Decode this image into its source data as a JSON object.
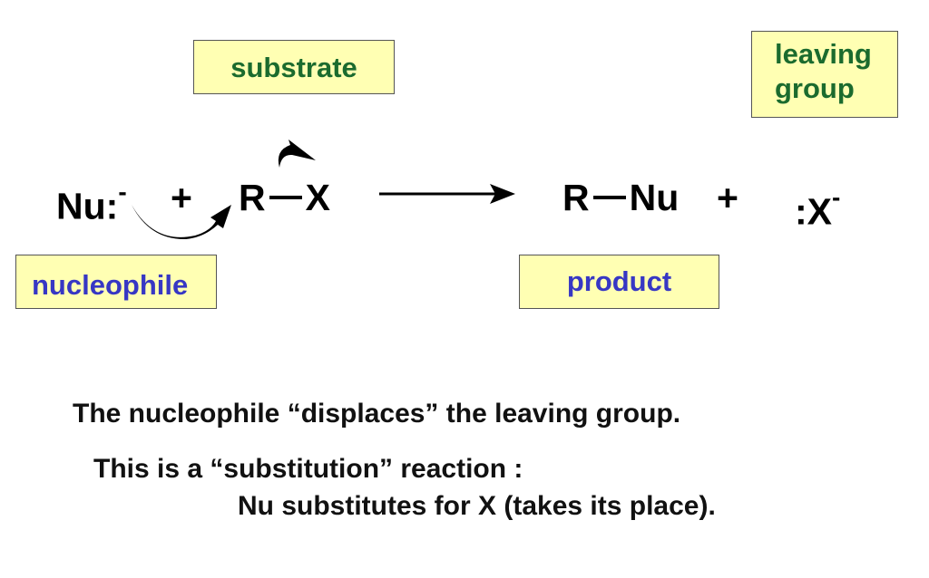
{
  "labels": {
    "substrate": "substrate",
    "leaving_group_1": "leaving",
    "leaving_group_2": "group",
    "nucleophile": "nucleophile",
    "product": "product"
  },
  "reaction": {
    "nu": "Nu:",
    "charge": "-",
    "plus": "+",
    "r": "R",
    "x": "X",
    "nu2": "Nu",
    "x_ion": ":X"
  },
  "text": {
    "line1": "The nucleophile “displaces” the leaving group.",
    "line2": "This is a “substitution” reaction :",
    "line3": "Nu substitutes for X (takes its place)."
  }
}
